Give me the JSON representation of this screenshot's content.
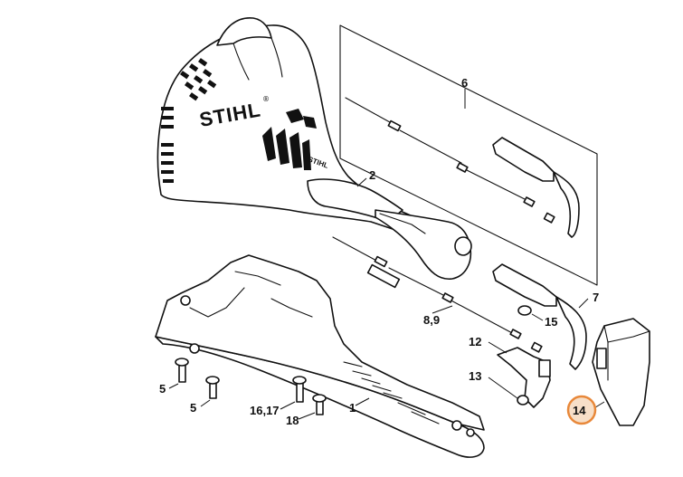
{
  "diagram": {
    "brand_large": "STIHL",
    "brand_small": "STIHL",
    "registered_mark": "®",
    "highlight_color": "#e8883a",
    "highlight_fill": "#f7dfc8",
    "labels": {
      "p1": "1",
      "p2": "2",
      "p5a": "5",
      "p5b": "5",
      "p6": "6",
      "p7": "7",
      "p89": "8,9",
      "p12": "12",
      "p13": "13",
      "p14": "14",
      "p15": "15",
      "p1617": "16,17",
      "p18": "18"
    }
  }
}
